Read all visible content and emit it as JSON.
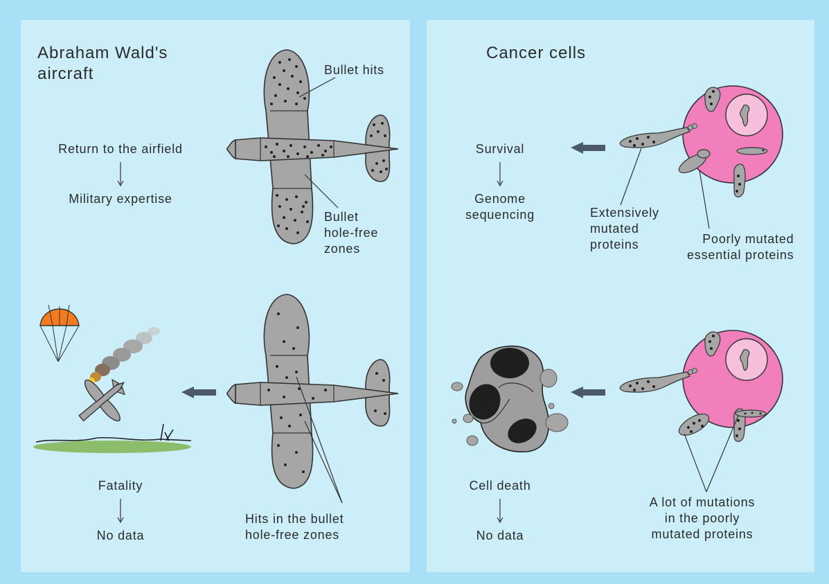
{
  "left_panel": {
    "title": "Abraham Wald's\naircraft",
    "top": {
      "flow_start": "Return to the airfield",
      "flow_end": "Military expertise",
      "label_bullet_hits": "Bullet hits",
      "label_free_zones": "Bullet\nhole-free\nzones"
    },
    "bottom": {
      "flow_start": "Fatality",
      "flow_end": "No data",
      "label_hits": "Hits in the bullet\nhole-free zones"
    }
  },
  "right_panel": {
    "title": "Cancer cells",
    "top": {
      "flow_start": "Survival",
      "flow_end": "Genome\nsequencing",
      "label_extensive": "Extensively\nmutated\nproteins",
      "label_poor": "Poorly mutated\nessential proteins"
    },
    "bottom": {
      "flow_start": "Cell death",
      "flow_end": "No data",
      "label_mutations": "A lot of mutations\nin the poorly\nmutated proteins"
    }
  },
  "colors": {
    "frame": "#a9e0f5",
    "panel": "#cbeef9",
    "plane": "#a6a6a6",
    "cell": "#f07fbc",
    "nucleus": "#f6c0dc",
    "arrow": "#4a5a68",
    "parachute": "#f47a20",
    "ground": "#8cbd6a"
  }
}
